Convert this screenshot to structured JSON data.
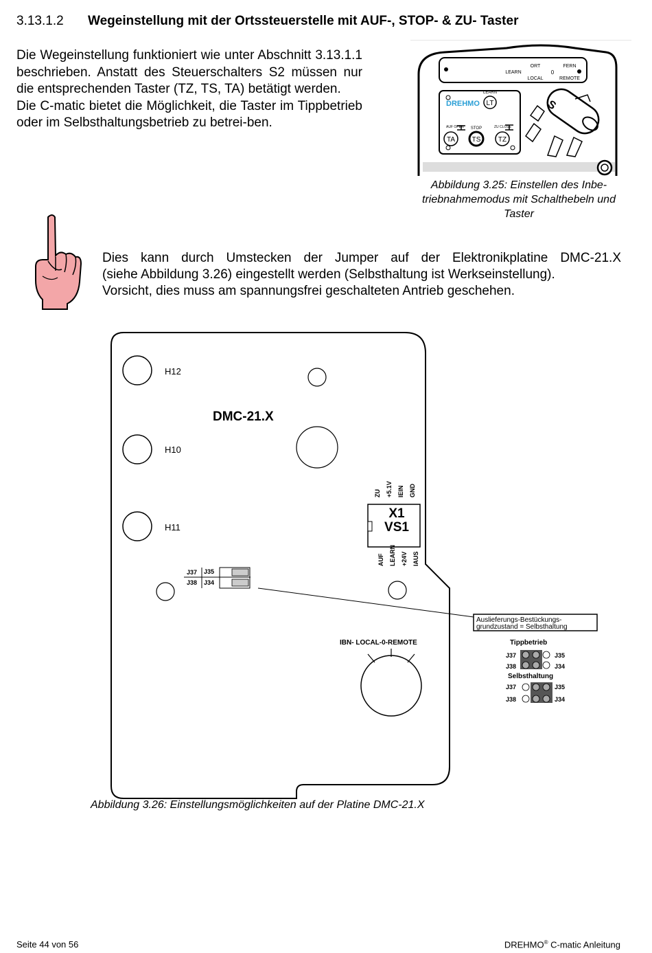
{
  "section": {
    "number": "3.13.1.2",
    "title": "Wegeinstellung mit der Ortssteuerstelle mit AUF-, STOP- & ZU- Taster"
  },
  "intro": {
    "p1": "Die Wegeinstellung funktioniert wie unter Abschnitt 3.13.1.1 beschrieben. Anstatt des Steuerschalters S2 müssen nur die entsprechenden Taster (TZ, TS, TA) betätigt werden.",
    "p2": "Die C-matic bietet die Möglichkeit, die Taster im Tippbetrieb oder im Selbsthaltungsbetrieb zu betrei-ben."
  },
  "figure1": {
    "labels": {
      "learn": "LEARN",
      "ort": "ORT",
      "local": "LOCAL",
      "zero": "0",
      "fern": "FERN",
      "remote": "REMOTE",
      "brand": "DREHMO",
      "learn_btn": "LEARN",
      "lt": "LT",
      "auf": "AUF OPEN",
      "stop": "STOP",
      "zu": "ZU CLOSE",
      "ta": "TA",
      "ts": "TS",
      "tz": "TZ",
      "knob": "S"
    },
    "caption": "Abbildung 3.25: Einstellen des Inbe-triebnahmemodus mit Schalthebeln und Taster"
  },
  "note": {
    "line1": "Dies kann durch Umstecken der Jumper auf der Elektronikplatine DMC-21.X",
    "line2": "(siehe Abbildung 3.26) eingestellt werden (Selbsthaltung ist Werkseinstellung).",
    "line3": "Vorsicht, dies muss am spannungsfrei geschalteten Antrieb geschehen."
  },
  "figure2": {
    "labels": {
      "h12": "H12",
      "h10": "H10",
      "h11": "H11",
      "board": "DMC-21.X",
      "pins_top": [
        "ZU",
        "+5.1V",
        "IEIN",
        "GND"
      ],
      "x1": "X1",
      "vs1": "VS1",
      "pins_bottom": [
        "AUF",
        "LEARN",
        "+24V",
        "IAUS"
      ],
      "j37": "J37",
      "j35": "J35",
      "j38": "J38",
      "j34": "J34",
      "selector": "IBN-  LOCAL-0-REMOTE",
      "callout_line1": "Auslieferungs-Bestückungs-",
      "callout_line2": "grundzustand = Selbsthaltung",
      "tipp": "Tippbetrieb",
      "selbst": "Selbsthaltung"
    },
    "caption": "Abbildung 3.26: Einstellungsmöglichkeiten auf der Platine DMC-21.X"
  },
  "footer": {
    "left": "Seite 44 von 56",
    "brand": "DREHMO",
    "reg": "®",
    "right_rest": " C-matic Anleitung"
  }
}
